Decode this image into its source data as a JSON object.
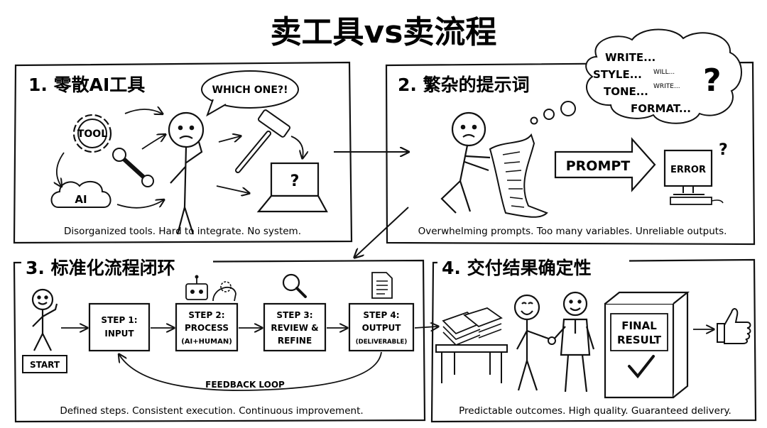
{
  "title": "卖工具vs卖流程",
  "panel1": {
    "title": "1. 零散AI工具",
    "bubble": "WHICH ONE?!",
    "gear_label": "TOOL",
    "cloud_label": "AI",
    "laptop_mark": "?",
    "caption": "Disorganized tools. Hard to integrate. No system."
  },
  "panel2": {
    "title": "2. 繁杂的提示词",
    "thought": [
      "WRITE...",
      "STYLE...",
      "TONE...",
      "FORMAT..."
    ],
    "thought_small": [
      "WILL...",
      "WRITE..."
    ],
    "question_mark": "?",
    "prompt_label": "PROMPT",
    "error_label": "ERROR",
    "error_mark": "?",
    "caption": "Overwhelming prompts. Too many variables. Unreliable outputs."
  },
  "panel3": {
    "title": "3. 标准化流程闭环",
    "start_label": "START",
    "steps": [
      {
        "line1": "STEP 1:",
        "line2": "INPUT",
        "line3": ""
      },
      {
        "line1": "STEP 2:",
        "line2": "PROCESS",
        "line3": "(AI+HUMAN)"
      },
      {
        "line1": "STEP 3:",
        "line2": "REVIEW &",
        "line3": "REFINE"
      },
      {
        "line1": "STEP 4:",
        "line2": "OUTPUT",
        "line3": "(DELIVERABLE)"
      }
    ],
    "loop_label": "FEEDBACK LOOP",
    "caption": "Defined steps. Consistent execution. Continuous improvement."
  },
  "panel4": {
    "title": "4. 交付结果确定性",
    "box_line1": "FINAL",
    "box_line2": "RESULT",
    "caption": "Predictable outcomes. High quality. Guaranteed delivery."
  }
}
